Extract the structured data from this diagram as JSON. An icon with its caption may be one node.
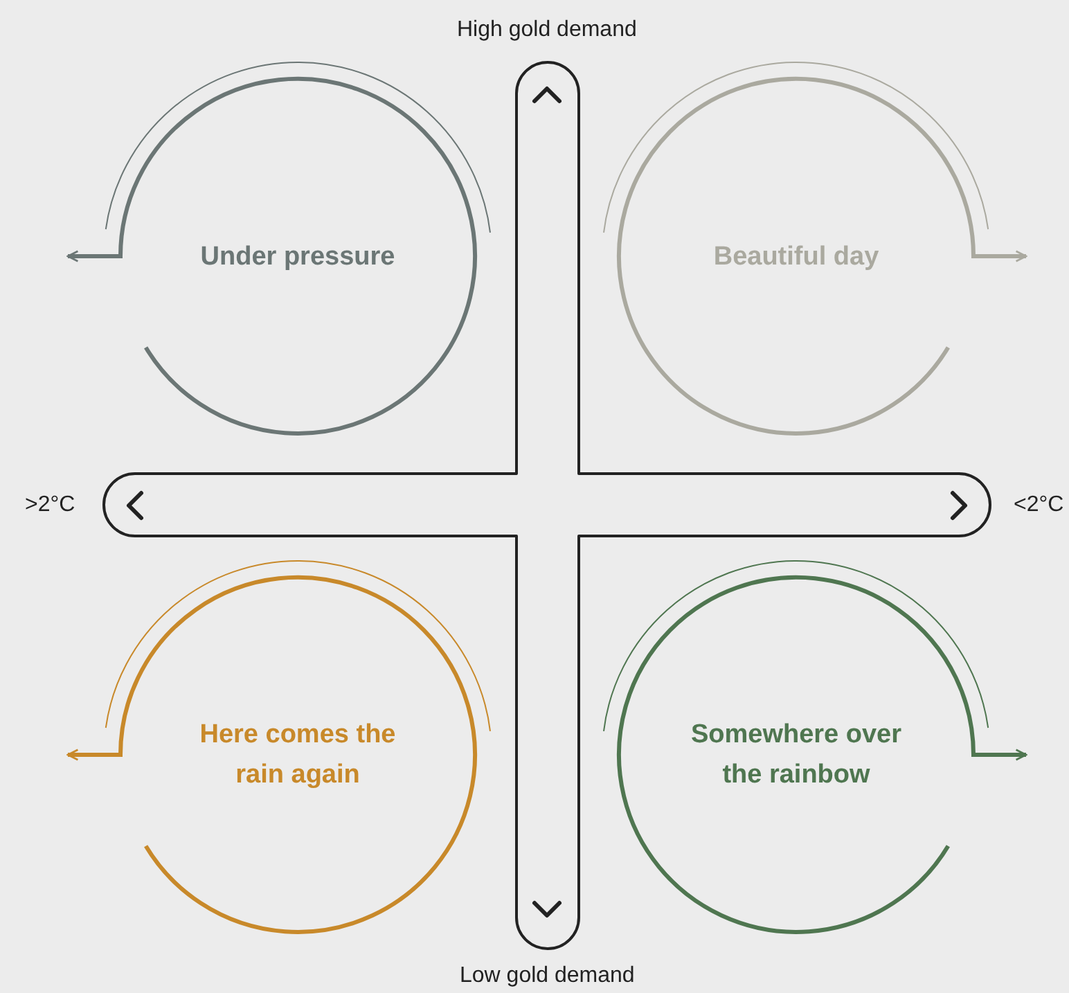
{
  "diagram": {
    "nodes": [
      {
        "text": [
          "Under pressure"
        ]
      },
      {
        "text": [
          "Beautiful day"
        ]
      },
      {
        "text": [
          "Here comes the rain again"
        ]
      },
      {
        "text": [
          "Somewhere over the rainbow"
        ]
      }
    ],
    "labels": [
      "High gold demand",
      ">2°C",
      "<2°C",
      "Low gold demand"
    ]
  }
}
